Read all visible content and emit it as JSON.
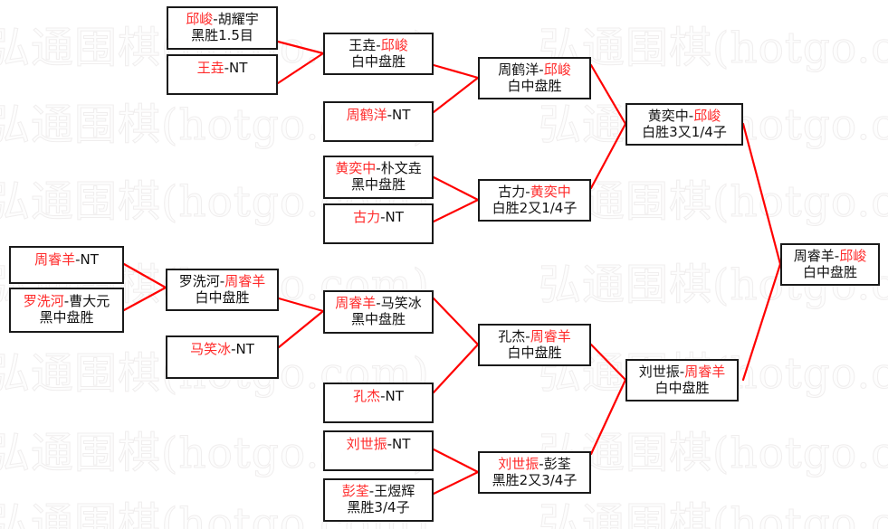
{
  "meta": {
    "title": "围棋淘汰赛对阵表",
    "watermark_text": "弘通围棋(hotgo.com)",
    "colors": {
      "winner": "#ff2a2a",
      "loser": "#111111",
      "link": "#ff0000",
      "box_border": "#1a1a1a",
      "background": "#ffffff"
    }
  },
  "nodes": {
    "r1_top_1": {
      "pairing_winner": "邱峻",
      "pairing_sep": "-",
      "pairing_loser": "胡耀宇",
      "result": "黑胜1.5目"
    },
    "r1_top_2": {
      "pairing_winner": "王垚",
      "pairing_sep": "-",
      "pairing_loser": "NT",
      "result": ""
    },
    "r2_top_1": {
      "pairing_winner_pre": "王垚",
      "pairing_sep": "-",
      "pairing_winner": "邱峻",
      "result": "白中盘胜"
    },
    "r1_top_3": {
      "pairing_winner": "周鹤洋",
      "pairing_sep": "-",
      "pairing_loser": "NT",
      "result": ""
    },
    "r3_top_1": {
      "pairing_winner_pre": "周鹤洋",
      "pairing_sep": "-",
      "pairing_winner": "邱峻",
      "result": "白中盘胜"
    },
    "r1_top_4": {
      "pairing_winner": "黄奕中",
      "pairing_sep": "-",
      "pairing_loser": "朴文垚",
      "result": "黑中盘胜"
    },
    "r1_top_5": {
      "pairing_winner": "古力",
      "pairing_sep": "-",
      "pairing_loser": "NT",
      "result": ""
    },
    "r2_top_2": {
      "pairing_winner_pre": "古力",
      "pairing_sep": "-",
      "pairing_winner": "黄奕中",
      "result": "白胜2又1/4子"
    },
    "r4_top": {
      "pairing_winner_pre": "黄奕中",
      "pairing_sep": "-",
      "pairing_winner": "邱峻",
      "result": "白胜3又1/4子"
    },
    "r1_bot_1": {
      "pairing_winner": "周睿羊",
      "pairing_sep": "-",
      "pairing_loser": "NT",
      "result": ""
    },
    "r1_bot_2": {
      "pairing_winner": "罗洗河",
      "pairing_sep": "-",
      "pairing_loser": "曹大元",
      "result": "黑中盘胜"
    },
    "r2_bot_1": {
      "pairing_winner_pre": "罗洗河",
      "pairing_sep": "-",
      "pairing_winner": "周睿羊",
      "result": "白中盘胜"
    },
    "r1_bot_3": {
      "pairing_winner": "马笑冰",
      "pairing_sep": "-",
      "pairing_loser": "NT",
      "result": ""
    },
    "r3_bot_1": {
      "pairing_winner": "周睿羊",
      "pairing_sep": "-",
      "pairing_loser": "马笑冰",
      "result": "黑中盘胜"
    },
    "r1_bot_4": {
      "pairing_winner": "孔杰",
      "pairing_sep": "-",
      "pairing_loser": "NT",
      "result": ""
    },
    "r3_bot_2": {
      "pairing_winner_pre": "孔杰",
      "pairing_sep": "-",
      "pairing_winner": "周睿羊",
      "result": "白中盘胜"
    },
    "r1_bot_5": {
      "pairing_winner": "刘世振",
      "pairing_sep": "-",
      "pairing_loser": "NT",
      "result": ""
    },
    "r1_bot_6": {
      "pairing_winner": "彭荃",
      "pairing_sep": "-",
      "pairing_loser": "王煜辉",
      "result": "黑胜3/4子"
    },
    "r2_bot_2": {
      "pairing_winner": "刘世振",
      "pairing_sep": "-",
      "pairing_loser": "彭荃",
      "result": "黑胜2又3/4子"
    },
    "r4_bot": {
      "pairing_winner_pre": "刘世振",
      "pairing_sep": "-",
      "pairing_winner": "周睿羊",
      "result": "白中盘胜"
    },
    "final": {
      "pairing_winner_pre": "周睿羊",
      "pairing_sep": "-",
      "pairing_winner": "邱峻",
      "result": "白中盘胜"
    }
  }
}
